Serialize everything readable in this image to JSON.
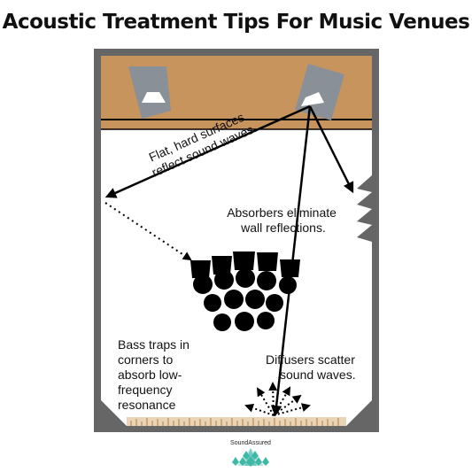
{
  "title": "Acoustic Treatment Tips For Music Venues",
  "labels": {
    "reflect_line1": "Flat, hard surfaces",
    "reflect_line2": "reflect sound waves.",
    "absorb_line1": "Absorbers eliminate",
    "absorb_line2": "wall reflections.",
    "bass_line1": "Bass traps in",
    "bass_line2": "corners to",
    "bass_line3": "absorb low-",
    "bass_line4": "frequency",
    "bass_line5": "resonance",
    "diffuse_line1": "Diffusers scatter",
    "diffuse_line2": "sound waves."
  },
  "brand": "SoundAssured",
  "colors": {
    "stage": "#C8945E",
    "wall": "#666666",
    "speaker": "#8A9098",
    "audience": "#000000",
    "logo": "#3FB8A8"
  }
}
